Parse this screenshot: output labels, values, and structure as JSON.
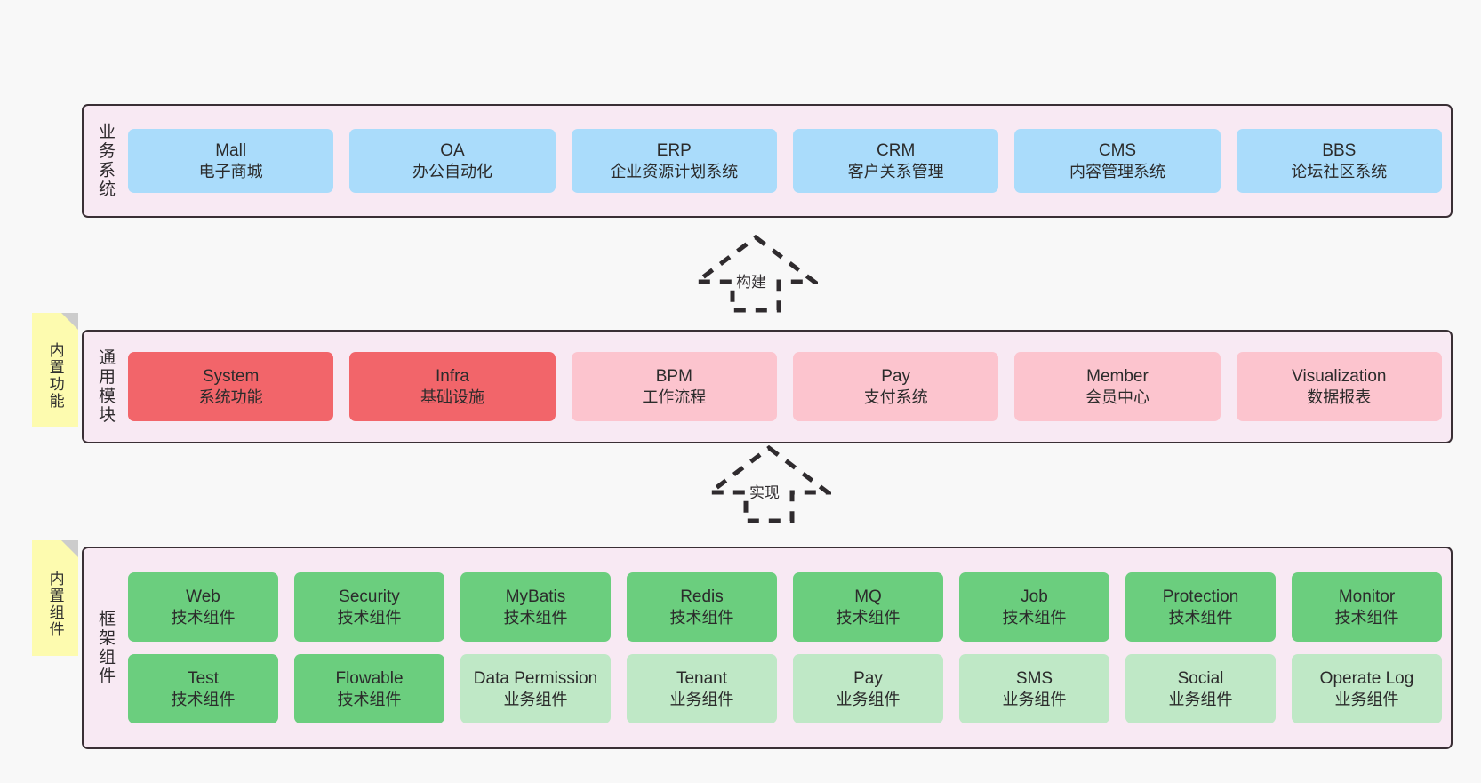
{
  "diagram": {
    "background_color": "#f8f8f8",
    "band_color": "#f8e9f3",
    "band_border_color": "#3a2f35",
    "sticky_color": "#fdfbaf"
  },
  "sticky_notes": [
    {
      "name": "builtin-function",
      "label": "内置功能"
    },
    {
      "name": "builtin-component",
      "label": "内置组件"
    }
  ],
  "layers": [
    {
      "id": "business",
      "title": "业务系统",
      "rows": [
        {
          "cells": [
            {
              "name": "mall",
              "title": "Mall",
              "sub": "电子商城",
              "color": "#aadcfb",
              "style": "c-blue"
            },
            {
              "name": "oa",
              "title": "OA",
              "sub": "办公自动化",
              "color": "#aadcfb",
              "style": "c-blue"
            },
            {
              "name": "erp",
              "title": "ERP",
              "sub": "企业资源计划系统",
              "color": "#aadcfb",
              "style": "c-blue"
            },
            {
              "name": "crm",
              "title": "CRM",
              "sub": "客户关系管理",
              "color": "#aadcfb",
              "style": "c-blue"
            },
            {
              "name": "cms",
              "title": "CMS",
              "sub": "内容管理系统",
              "color": "#aadcfb",
              "style": "c-blue"
            },
            {
              "name": "bbs",
              "title": "BBS",
              "sub": "论坛社区系统",
              "color": "#aadcfb",
              "style": "c-blue"
            }
          ]
        }
      ]
    },
    {
      "id": "common",
      "title": "通用模块",
      "rows": [
        {
          "cells": [
            {
              "name": "system",
              "title": "System",
              "sub": "系统功能",
              "color": "#f2656a",
              "style": "c-red"
            },
            {
              "name": "infra",
              "title": "Infra",
              "sub": "基础设施",
              "color": "#f2656a",
              "style": "c-red"
            },
            {
              "name": "bpm",
              "title": "BPM",
              "sub": "工作流程",
              "color": "#fcc4ce",
              "style": "c-pink"
            },
            {
              "name": "pay",
              "title": "Pay",
              "sub": "支付系统",
              "color": "#fcc4ce",
              "style": "c-pink"
            },
            {
              "name": "member",
              "title": "Member",
              "sub": "会员中心",
              "color": "#fcc4ce",
              "style": "c-pink"
            },
            {
              "name": "visualization",
              "title": "Visualization",
              "sub": "数据报表",
              "color": "#fcc4ce",
              "style": "c-pink"
            }
          ]
        }
      ]
    },
    {
      "id": "framework",
      "title": "框架组件",
      "rows": [
        {
          "cells": [
            {
              "name": "web",
              "title": "Web",
              "sub": "技术组件",
              "color": "#6bce7e",
              "style": "c-green"
            },
            {
              "name": "security",
              "title": "Security",
              "sub": "技术组件",
              "color": "#6bce7e",
              "style": "c-green"
            },
            {
              "name": "mybatis",
              "title": "MyBatis",
              "sub": "技术组件",
              "color": "#6bce7e",
              "style": "c-green"
            },
            {
              "name": "redis",
              "title": "Redis",
              "sub": "技术组件",
              "color": "#6bce7e",
              "style": "c-green"
            },
            {
              "name": "mq",
              "title": "MQ",
              "sub": "技术组件",
              "color": "#6bce7e",
              "style": "c-green"
            },
            {
              "name": "job",
              "title": "Job",
              "sub": "技术组件",
              "color": "#6bce7e",
              "style": "c-green"
            },
            {
              "name": "protection",
              "title": "Protection",
              "sub": "技术组件",
              "color": "#6bce7e",
              "style": "c-green"
            },
            {
              "name": "monitor",
              "title": "Monitor",
              "sub": "技术组件",
              "color": "#6bce7e",
              "style": "c-green"
            }
          ]
        },
        {
          "cells": [
            {
              "name": "test",
              "title": "Test",
              "sub": "技术组件",
              "color": "#6bce7e",
              "style": "c-green"
            },
            {
              "name": "flowable",
              "title": "Flowable",
              "sub": "技术组件",
              "color": "#6bce7e",
              "style": "c-green"
            },
            {
              "name": "data-permission",
              "title": "Data Permission",
              "sub": "业务组件",
              "color": "#bfe8c6",
              "style": "c-lightgreen"
            },
            {
              "name": "tenant",
              "title": "Tenant",
              "sub": "业务组件",
              "color": "#bfe8c6",
              "style": "c-lightgreen"
            },
            {
              "name": "pay",
              "title": "Pay",
              "sub": "业务组件",
              "color": "#bfe8c6",
              "style": "c-lightgreen"
            },
            {
              "name": "sms",
              "title": "SMS",
              "sub": "业务组件",
              "color": "#bfe8c6",
              "style": "c-lightgreen"
            },
            {
              "name": "social",
              "title": "Social",
              "sub": "业务组件",
              "color": "#bfe8c6",
              "style": "c-lightgreen"
            },
            {
              "name": "operate-log",
              "title": "Operate Log",
              "sub": "业务组件",
              "color": "#bfe8c6",
              "style": "c-lightgreen"
            }
          ]
        }
      ]
    }
  ],
  "connectors": [
    {
      "name": "build",
      "label": "构建",
      "from": "common",
      "to": "business"
    },
    {
      "name": "implement",
      "label": "实现",
      "from": "framework",
      "to": "common"
    }
  ]
}
